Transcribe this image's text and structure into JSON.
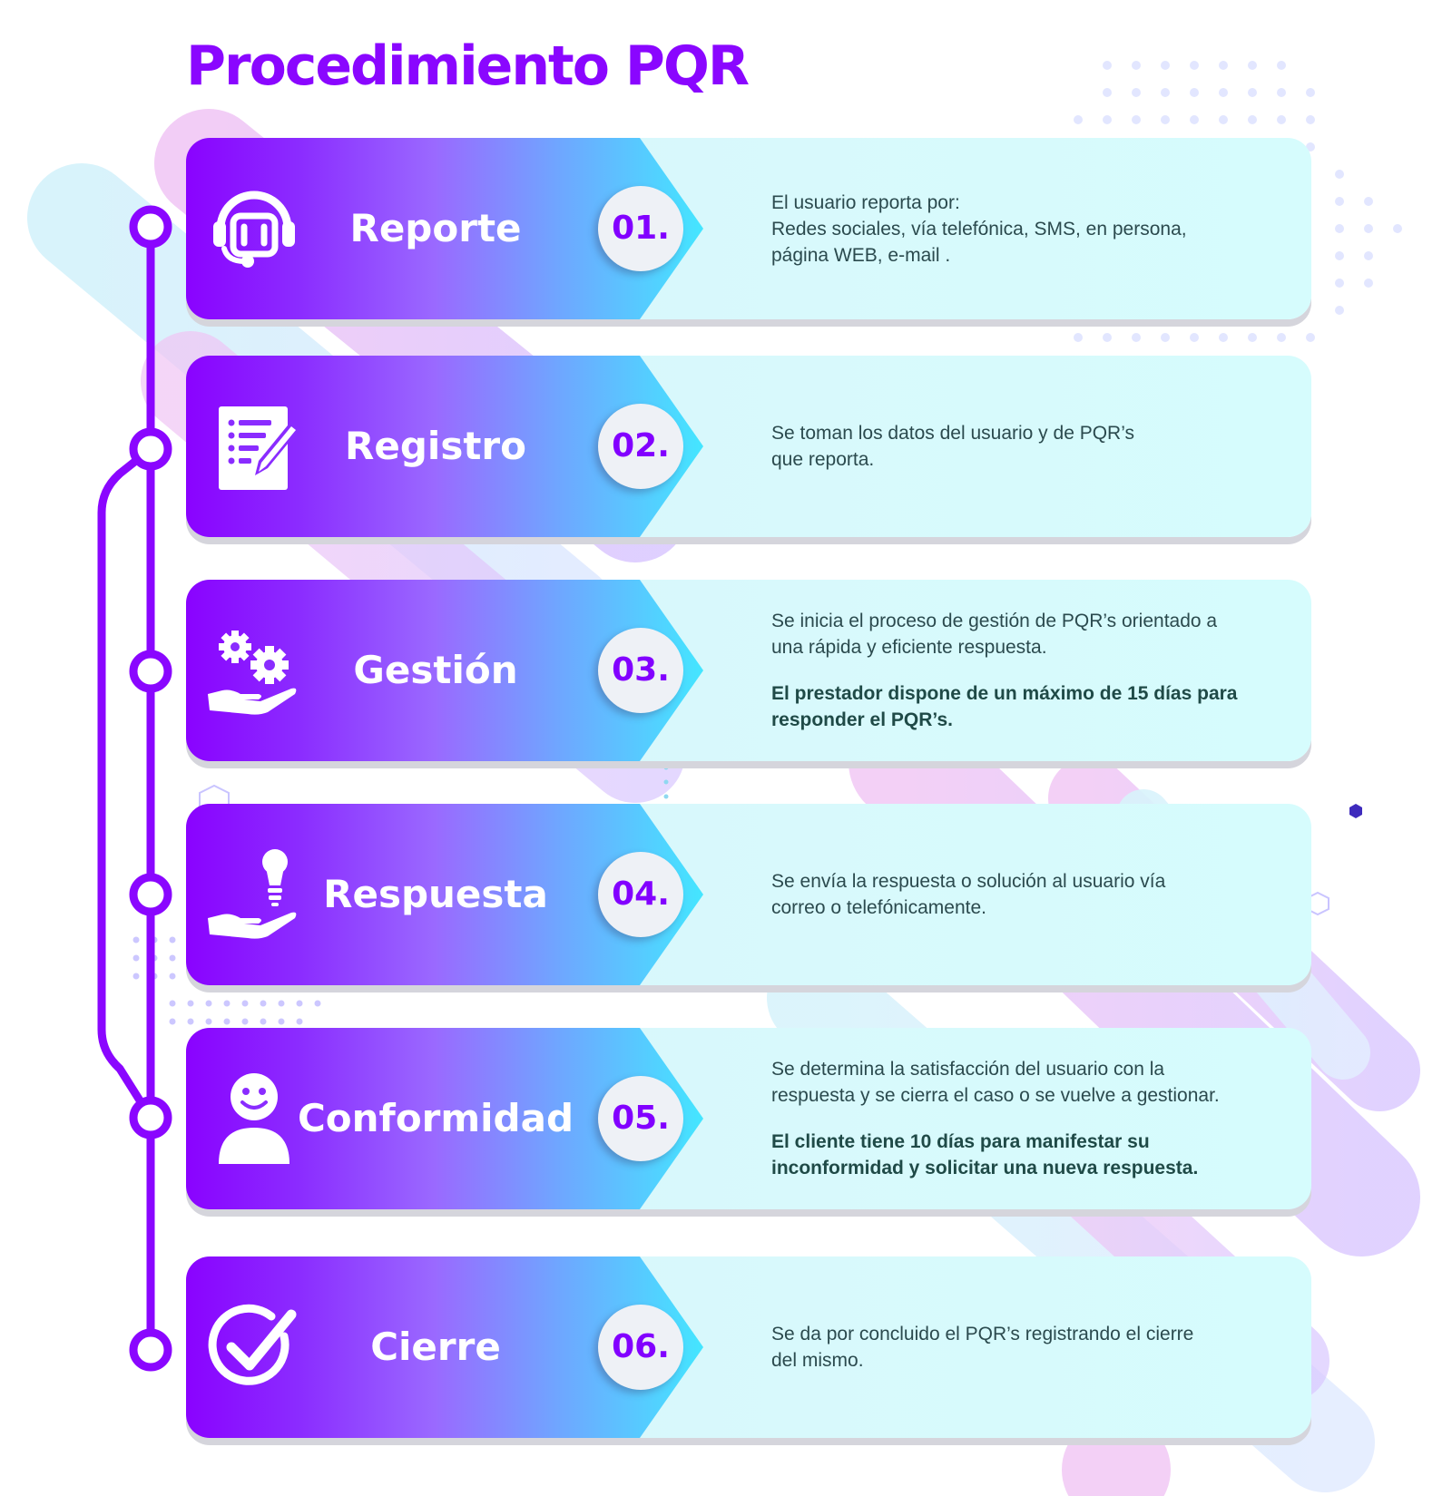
{
  "title": "Procedimiento PQR",
  "colors": {
    "primary": "#8a06ff",
    "cyan": "#44e6ff",
    "text": "#2b4a4e"
  },
  "steps": [
    {
      "label": "Reporte",
      "number": "01.",
      "icon": "headset-icon",
      "lines": [
        "El usuario reporta por:",
        "Redes sociales, vía telefónica, SMS, en persona,",
        "página WEB,  e-mail ."
      ],
      "bold": []
    },
    {
      "label": "Registro",
      "number": "02.",
      "icon": "form-pencil-icon",
      "lines": [
        "Se toman los datos del usuario y de PQR’s",
        "que reporta."
      ],
      "bold": []
    },
    {
      "label": "Gestión",
      "number": "03.",
      "icon": "gears-hand-icon",
      "lines": [
        "Se inicia el proceso de gestión de PQR’s orientado a",
        "una rápida y eficiente respuesta."
      ],
      "bold": [
        "El prestador dispone de un máximo de 15 días para",
        "responder el PQR’s."
      ]
    },
    {
      "label": "Respuesta",
      "number": "04.",
      "icon": "lightbulb-hand-icon",
      "lines": [
        "Se envía la respuesta o solución al usuario vía",
        "correo o telefónicamente."
      ],
      "bold": []
    },
    {
      "label": "Conformidad",
      "number": "05.",
      "icon": "smiley-user-icon",
      "lines": [
        "Se determina la satisfacción del usuario con la",
        "respuesta y se cierra el caso o se vuelve a gestionar."
      ],
      "bold": [
        "El cliente tiene 10 días para manifestar su",
        "inconformidad y solicitar una nueva respuesta."
      ]
    },
    {
      "label": "Cierre",
      "number": "06.",
      "icon": "check-circle-icon",
      "lines": [
        "Se da por concluido el PQR’s registrando el cierre",
        "del mismo."
      ],
      "bold": []
    }
  ]
}
